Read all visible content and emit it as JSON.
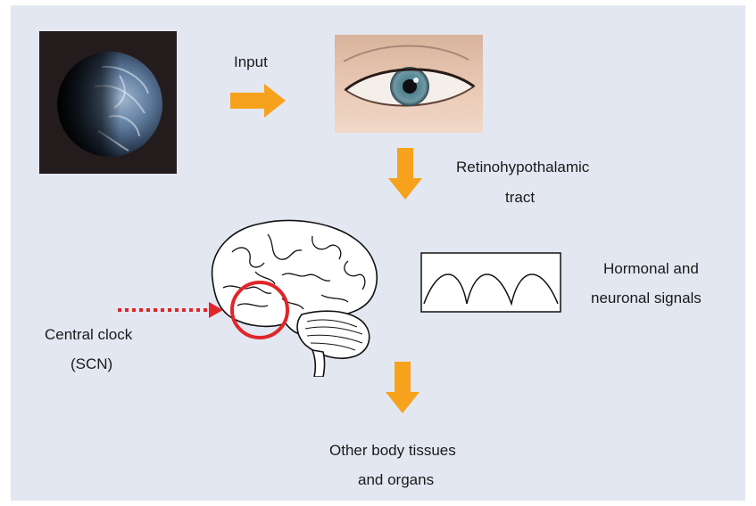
{
  "diagram": {
    "input_label": "Input",
    "retino_line1": "Retinohypothalamic",
    "retino_line2": "tract",
    "hormonal_line1": "Hormonal and",
    "hormonal_line2": "neuronal signals",
    "clock_line1": "Central clock",
    "clock_line2": "(SCN)",
    "tissues_line1": "Other body tissues",
    "tissues_line2": "and organs"
  },
  "images": [
    "earth-image",
    "eye-image",
    "brain-illustration",
    "circadian-waveform"
  ],
  "colors": {
    "panel_background": "#e3e7f1",
    "arrow_orange": "#f7a21c",
    "scn_circle_red": "#e0262a",
    "text": "#1a1a1a"
  }
}
